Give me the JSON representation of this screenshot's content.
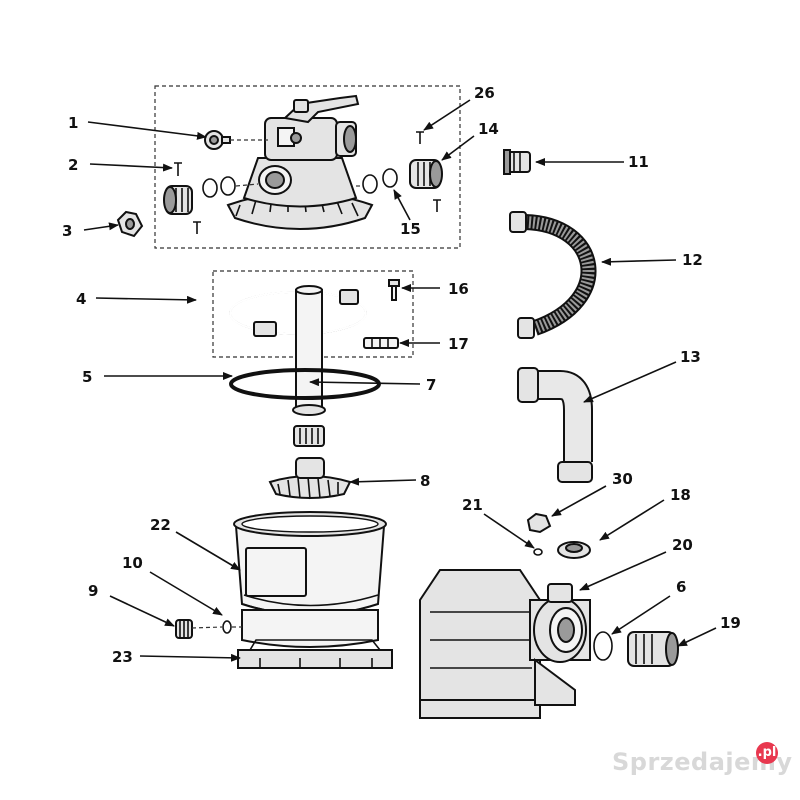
{
  "labels": {
    "n1": "1",
    "n2": "2",
    "n3": "3",
    "n4": "4",
    "n5": "5",
    "n6": "6",
    "n7": "7",
    "n8": "8",
    "n9": "9",
    "n10": "10",
    "n11": "11",
    "n12": "12",
    "n13": "13",
    "n14": "14",
    "n15": "15",
    "n16": "16",
    "n17": "17",
    "n18": "18",
    "n19": "19",
    "n20": "20",
    "n21": "21",
    "n22": "22",
    "n23": "23",
    "n26": "26",
    "n30": "30"
  },
  "watermark": {
    "text": "Sprzedajemy",
    "badge": ".pl"
  }
}
